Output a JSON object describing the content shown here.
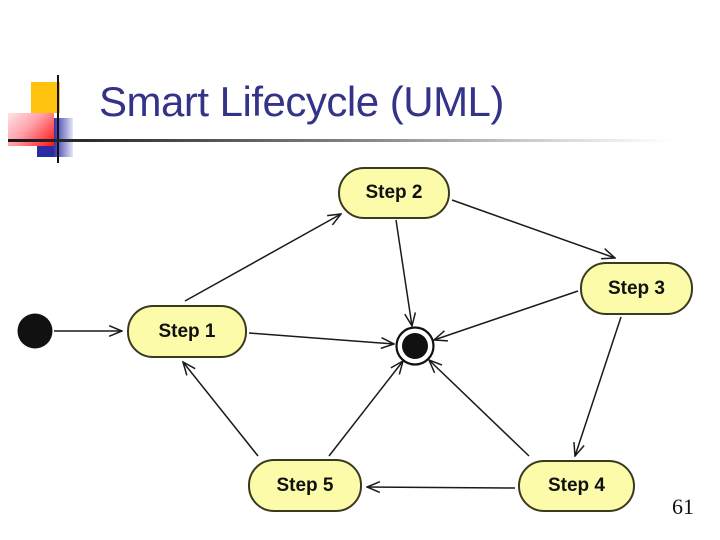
{
  "slide": {
    "title": "Smart Lifecycle (UML)",
    "page_number": "61"
  },
  "diagram": {
    "type": "uml-state-diagram",
    "initial_state": {
      "name": "initial"
    },
    "final_state": {
      "name": "final"
    },
    "states": [
      {
        "id": "step-1",
        "label": "Step 1"
      },
      {
        "id": "step-2",
        "label": "Step 2"
      },
      {
        "id": "step-3",
        "label": "Step 3"
      },
      {
        "id": "step-4",
        "label": "Step 4"
      },
      {
        "id": "step-5",
        "label": "Step 5"
      }
    ],
    "transitions": [
      {
        "from": "initial",
        "to": "step-1"
      },
      {
        "from": "step-1",
        "to": "step-2"
      },
      {
        "from": "step-2",
        "to": "step-3"
      },
      {
        "from": "step-3",
        "to": "step-4"
      },
      {
        "from": "step-4",
        "to": "step-5"
      },
      {
        "from": "step-5",
        "to": "step-1"
      },
      {
        "from": "step-1",
        "to": "final"
      },
      {
        "from": "step-2",
        "to": "final"
      },
      {
        "from": "step-3",
        "to": "final"
      },
      {
        "from": "step-4",
        "to": "final"
      },
      {
        "from": "step-5",
        "to": "final"
      }
    ],
    "colors": {
      "state_fill": "#FBFBA9",
      "state_border": "#3A3A1E",
      "line": "#1A1A1A",
      "title": "#333387",
      "accent_yellow": "#FFC20E",
      "accent_red": "#FF1111",
      "accent_blue": "#2B2BA4"
    }
  }
}
